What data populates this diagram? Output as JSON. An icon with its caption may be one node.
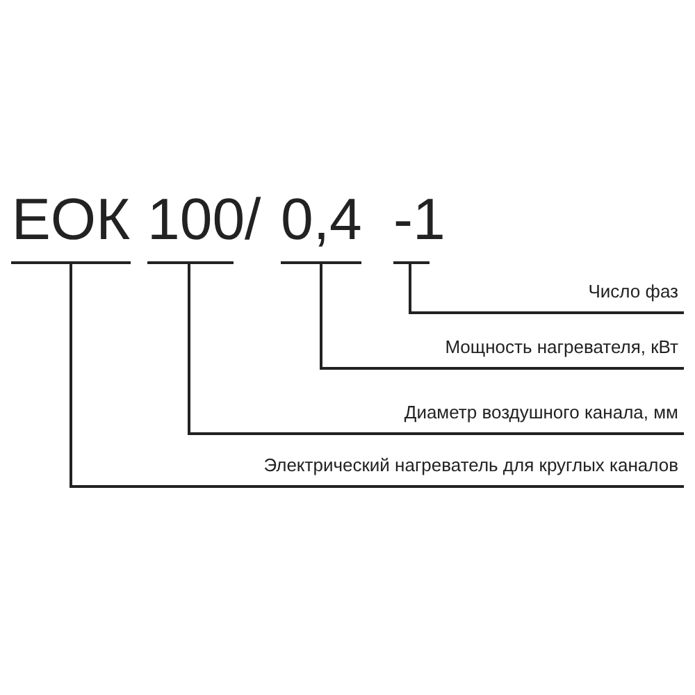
{
  "diagram": {
    "nodes": [
      {
        "text": [
          "ЕОК"
        ]
      },
      {
        "text": [
          "100"
        ]
      },
      {
        "text": [
          "0,4"
        ]
      },
      {
        "text": [
          "-1"
        ]
      },
      {
        "text": [
          "Число фаз"
        ]
      },
      {
        "text": [
          "Мощность нагревателя, кВт"
        ]
      },
      {
        "text": [
          "Диаметр воздушного канала, мм"
        ]
      },
      {
        "text": [
          "Электрический нагреватель для круглых каналов"
        ]
      }
    ],
    "edges": [
      {
        "from": 4,
        "to": 3,
        "arrow": "none"
      },
      {
        "from": 5,
        "to": 2,
        "arrow": "none"
      },
      {
        "from": 6,
        "to": 1,
        "arrow": "none"
      },
      {
        "from": 7,
        "to": 0,
        "arrow": "none"
      }
    ],
    "labels": [
      "/"
    ]
  }
}
